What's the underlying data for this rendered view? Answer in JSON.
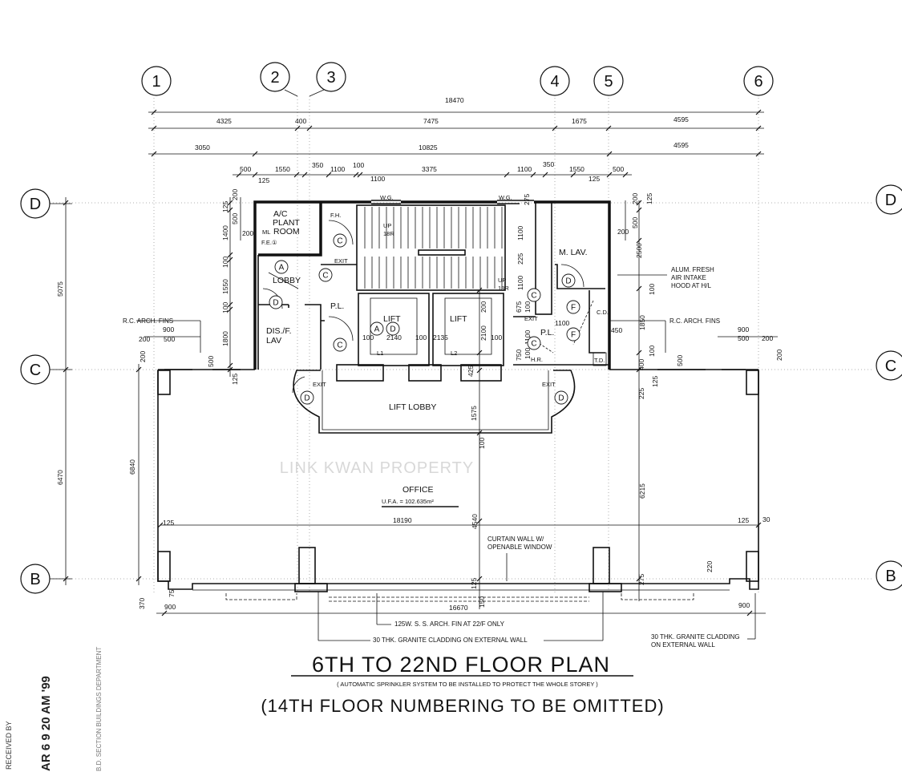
{
  "grid": {
    "columns": [
      "1",
      "2",
      "3",
      "4",
      "5",
      "6"
    ],
    "rows_left": [
      "D",
      "C",
      "B"
    ],
    "rows_right": [
      "D",
      "C",
      "B"
    ]
  },
  "dims": [
    "18470",
    "4325",
    "400",
    "7475",
    "1675",
    "4595",
    "3050",
    "10825",
    "4595",
    "500",
    "1550",
    "350",
    "1100",
    "100",
    "3375",
    "1100",
    "350",
    "1550",
    "500",
    "125",
    "1100",
    "125",
    "5075",
    "6470",
    "6840",
    "125",
    "1400",
    "100",
    "1550",
    "100",
    "1800",
    "125",
    "200",
    "500",
    "200",
    "900",
    "200",
    "500",
    "200",
    "500",
    "370",
    "75",
    "900",
    "100",
    "2140",
    "100",
    "2135",
    "100",
    "2100",
    "200",
    "425",
    "1575",
    "100",
    "4540",
    "125",
    "150",
    "750",
    "100",
    "1100",
    "675",
    "100",
    "1100",
    "225",
    "1100",
    "275",
    "1100",
    "450",
    "2500",
    "200",
    "500",
    "200",
    "125",
    "100",
    "1850",
    "100",
    "400",
    "500",
    "225",
    "125",
    "6215",
    "275",
    "220",
    "900",
    "500",
    "200",
    "200",
    "125",
    "18190",
    "125",
    "30",
    "16670",
    "900"
  ],
  "rooms": [
    "A/C",
    "PLANT",
    "ROOM",
    "ML",
    "F.E.①",
    "F.H.",
    "W.G.",
    "W.G.",
    "UP",
    "18R",
    "UP",
    "18R",
    "LOBBY",
    "P.L.",
    "DIS./F.",
    "LAV",
    "LIFT",
    "LIFT",
    "L1",
    "L2",
    "M. LAV.",
    "C.D.",
    "P.L.",
    "H.R.",
    "T.D.",
    "LIFT LOBBY",
    "OFFICE",
    "U.F.A. = 102.635m²",
    "EXIT",
    "EXIT",
    "EXIT",
    "EXIT"
  ],
  "door_tags": [
    "A",
    "C",
    "C",
    "D",
    "C",
    "A",
    "D",
    "C",
    "D",
    "F",
    "F",
    "C",
    "D",
    "D"
  ],
  "notes": [
    "R.C. ARCH. FINS",
    "R.C. ARCH. FINS",
    "ALUM. FRESH",
    "AIR INTAKE",
    "HOOD AT H/L",
    "CURTAIN WALL W/",
    "OPENABLE WINDOW",
    "125W. S. S. ARCH. FIN AT 22/F ONLY",
    "30 THK. GRANITE CLADDING ON EXTERNAL WALL",
    "30 THK. GRANITE CLADDING",
    "ON EXTERNAL WALL"
  ],
  "title": {
    "main": "6TH TO 22ND FLOOR PLAN",
    "subtitle": "( AUTOMATIC SPRINKLER SYSTEM TO BE INSTALLED TO PROTECT THE WHOLE STOREY )",
    "note": "(14TH FLOOR NUMBERING TO BE OMITTED)"
  },
  "watermark": "LINK KWAN PROPERTY",
  "stamps": {
    "received": "RECEIVED BY",
    "date": "AR 6  9 20 AM '99",
    "dept": "B.D. SECTION BUILDINGS DEPARTMENT"
  }
}
